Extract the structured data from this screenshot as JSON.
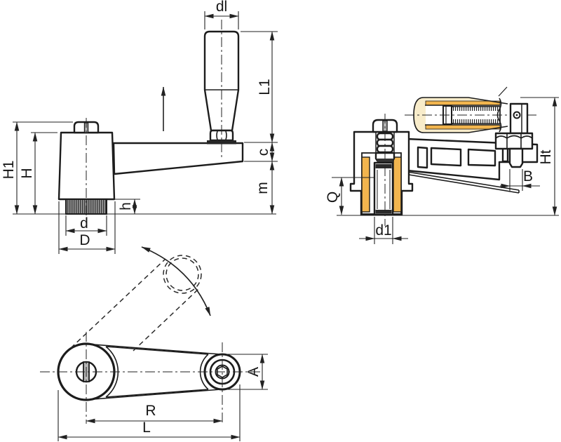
{
  "drawing": {
    "side_view": {
      "labels": {
        "dl": "dl",
        "L1": "L1",
        "c": "c",
        "m": "m",
        "H1": "H1",
        "H": "H",
        "h": "h",
        "d": "d",
        "D": "D"
      }
    },
    "section_view": {
      "labels": {
        "Q": "Q",
        "d1": "d1",
        "B": "B",
        "Ht": "Ht"
      }
    },
    "plan_view": {
      "labels": {
        "A": "A",
        "R": "R",
        "L": "L"
      }
    },
    "colors": {
      "paper": "#ffffff",
      "line": "#1c1c1c",
      "section_fill": "#f8ecca",
      "section_accent": "#f2b54e",
      "knurl_dark": "#3a3a3a",
      "knurl_light": "#9b9b9b",
      "washer_fill": "#262626",
      "slot_fill": "#b5b5b5"
    }
  }
}
